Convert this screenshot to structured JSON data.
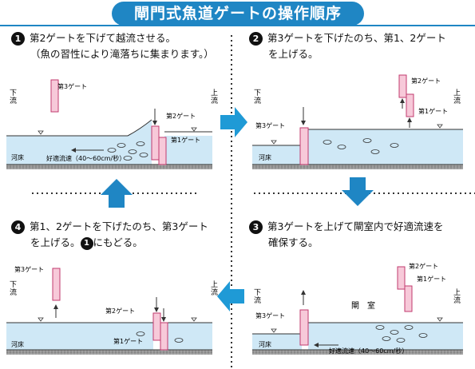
{
  "title": "閘門式魚道ゲートの操作順序",
  "steps": [
    {
      "num": "1",
      "line1": "第2ゲートを下げて越流させる。",
      "line2": "（魚の習性により滝落ちに集まります。）"
    },
    {
      "num": "2",
      "line1": "第3ゲートを下げたのち、第1、2ゲート",
      "line2": "を上げる。"
    },
    {
      "num": "3",
      "line1": "第3ゲートを上げて閘室内で好適流速を",
      "line2": "確保する。"
    },
    {
      "num": "4",
      "line1": "第1、2ゲートを下げたのち、第3ゲート",
      "line2a": "を上げる。",
      "ref_num": "1",
      "line2b": "にもどる。"
    }
  ],
  "labels": {
    "gate1": "第1ゲート",
    "gate2": "第2ゲート",
    "gate3": "第3ゲート",
    "downstream": "下流",
    "upstream": "上流",
    "riverbed": "河床",
    "flow": "好適流速（40〜60cm/秒）",
    "chamber": "閘　室"
  },
  "colors": {
    "accent": "#1f86c4",
    "water": "#cfe8f6",
    "gate": "#f7c9d9",
    "gate_border": "#c23a6e",
    "bed": "#8a8a8a"
  }
}
